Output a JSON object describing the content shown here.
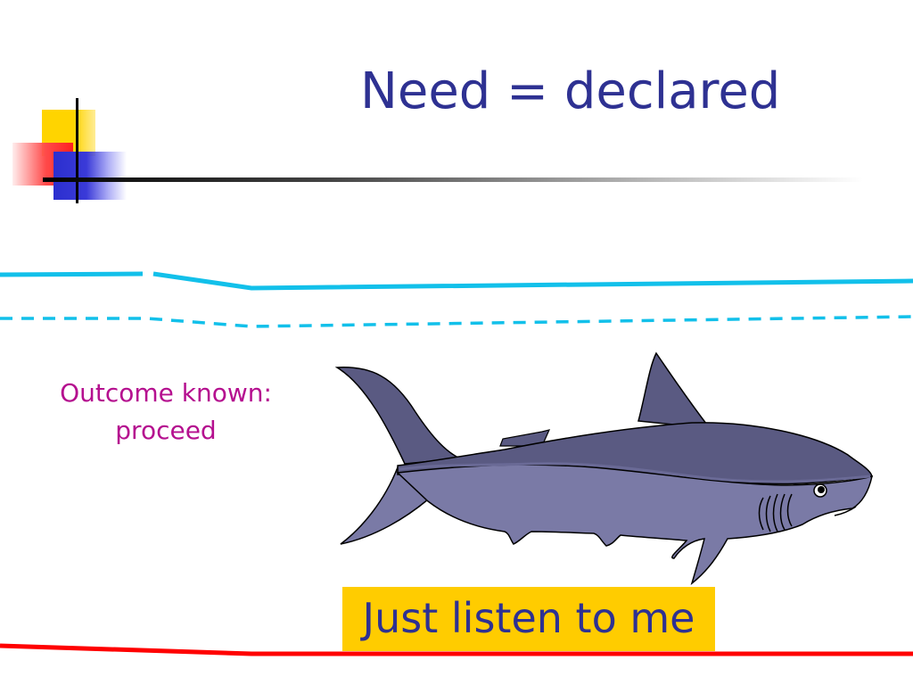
{
  "slide": {
    "title": "Need = declared",
    "outcome_line1": "Outcome known:",
    "outcome_line2": "proceed",
    "callout": "Just listen to me"
  },
  "colors": {
    "title": "#2e3192",
    "outcome_text": "#b5108f",
    "callout_bg": "#ffcc00",
    "callout_text": "#2e3192",
    "water_line": "#12c0ea",
    "bottom_line": "#ff0000",
    "shark_top": "#5a5a82",
    "shark_belly": "#7a7aa6"
  },
  "icons": {
    "shark": "shark-illustration",
    "corner": "corner-decoration"
  }
}
